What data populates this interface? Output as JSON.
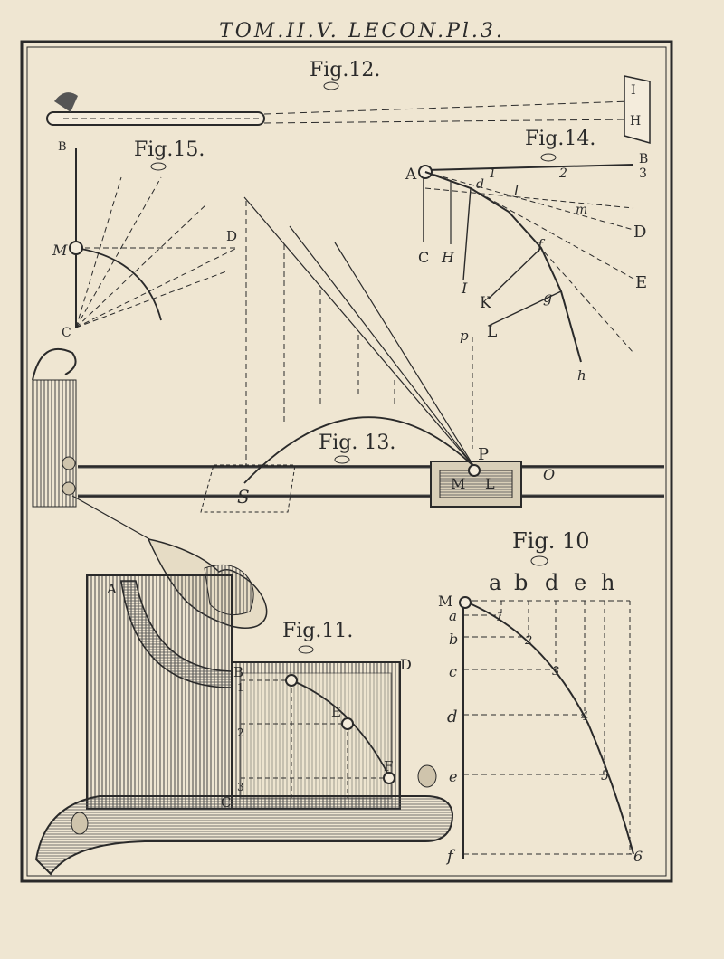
{
  "header": {
    "title": "TOM.II.V. LECON.Pl.3."
  },
  "figures": {
    "fig10": {
      "title": "Fig. 10",
      "top_labels": [
        "a",
        "b",
        "d",
        "e",
        "h"
      ],
      "left_labels": [
        "M",
        "a",
        "b",
        "c",
        "d",
        "e",
        "f"
      ],
      "curve_labels": [
        "1",
        "2",
        "3",
        "4",
        "5",
        "6"
      ]
    },
    "fig11": {
      "title": "Fig.11.",
      "labels": [
        "A",
        "B",
        "D",
        "E",
        "F",
        "C",
        "1",
        "2",
        "3"
      ]
    },
    "fig12": {
      "title": "Fig.12.",
      "labels": [
        "I",
        "H"
      ]
    },
    "fig13": {
      "title": "Fig. 13.",
      "labels": [
        "S",
        "P",
        "M",
        "L",
        "O"
      ]
    },
    "fig14": {
      "title": "Fig.14.",
      "labels": [
        "A",
        "B",
        "1",
        "2",
        "3",
        "d",
        "l",
        "m",
        "D",
        "E",
        "C",
        "H",
        "f",
        "I",
        "K",
        "g",
        "L",
        "p",
        "h"
      ]
    },
    "fig15": {
      "title": "Fig.15.",
      "labels": [
        "B",
        "M",
        "D",
        "C"
      ]
    }
  }
}
